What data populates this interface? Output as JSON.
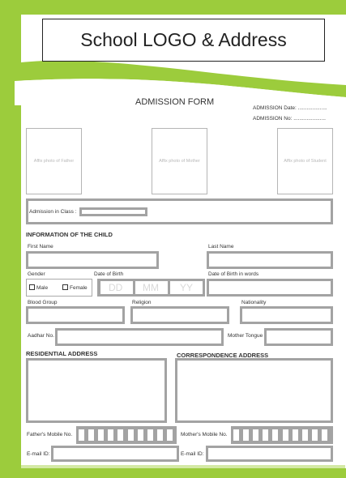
{
  "header": {
    "logo_text": "School LOGO & Address",
    "form_title": "ADMISSION FORM",
    "admission_date_label": "ADMISSION Date: ....................",
    "admission_no_label": "ADMISSION No: ......................"
  },
  "photos": {
    "father": "Affix photo of Father",
    "mother": "Affix photo of Mother",
    "student": "Affix photo of Student"
  },
  "admission_class_label": "Admission in Class :",
  "child_section": {
    "heading": "INFORMATION OF THE CHILD",
    "first_name": "First Name",
    "last_name": "Last Name",
    "gender": "Gender",
    "male": "Male",
    "female": "Female",
    "dob": "Date of Birth",
    "dd": "DD",
    "mm": "MM",
    "yy": "YY",
    "dob_words": "Date of Birth in words",
    "blood_group": "Blood Group",
    "religion": "Religion",
    "nationality": "Nationality",
    "aadhar": "Aadhar No.",
    "mother_tongue": "Mother Tongue"
  },
  "address": {
    "residential": "RESIDENTIAL ADDRESS",
    "correspondence": "CORRESPONDENCE ADDRESS"
  },
  "contact": {
    "father_mobile": "Father's Mobile No.",
    "mother_mobile": "Mother's Mobile No.",
    "email": "E-mail ID:"
  },
  "colors": {
    "accent": "#9ccc3c",
    "box_border": "#a3a3a3"
  }
}
